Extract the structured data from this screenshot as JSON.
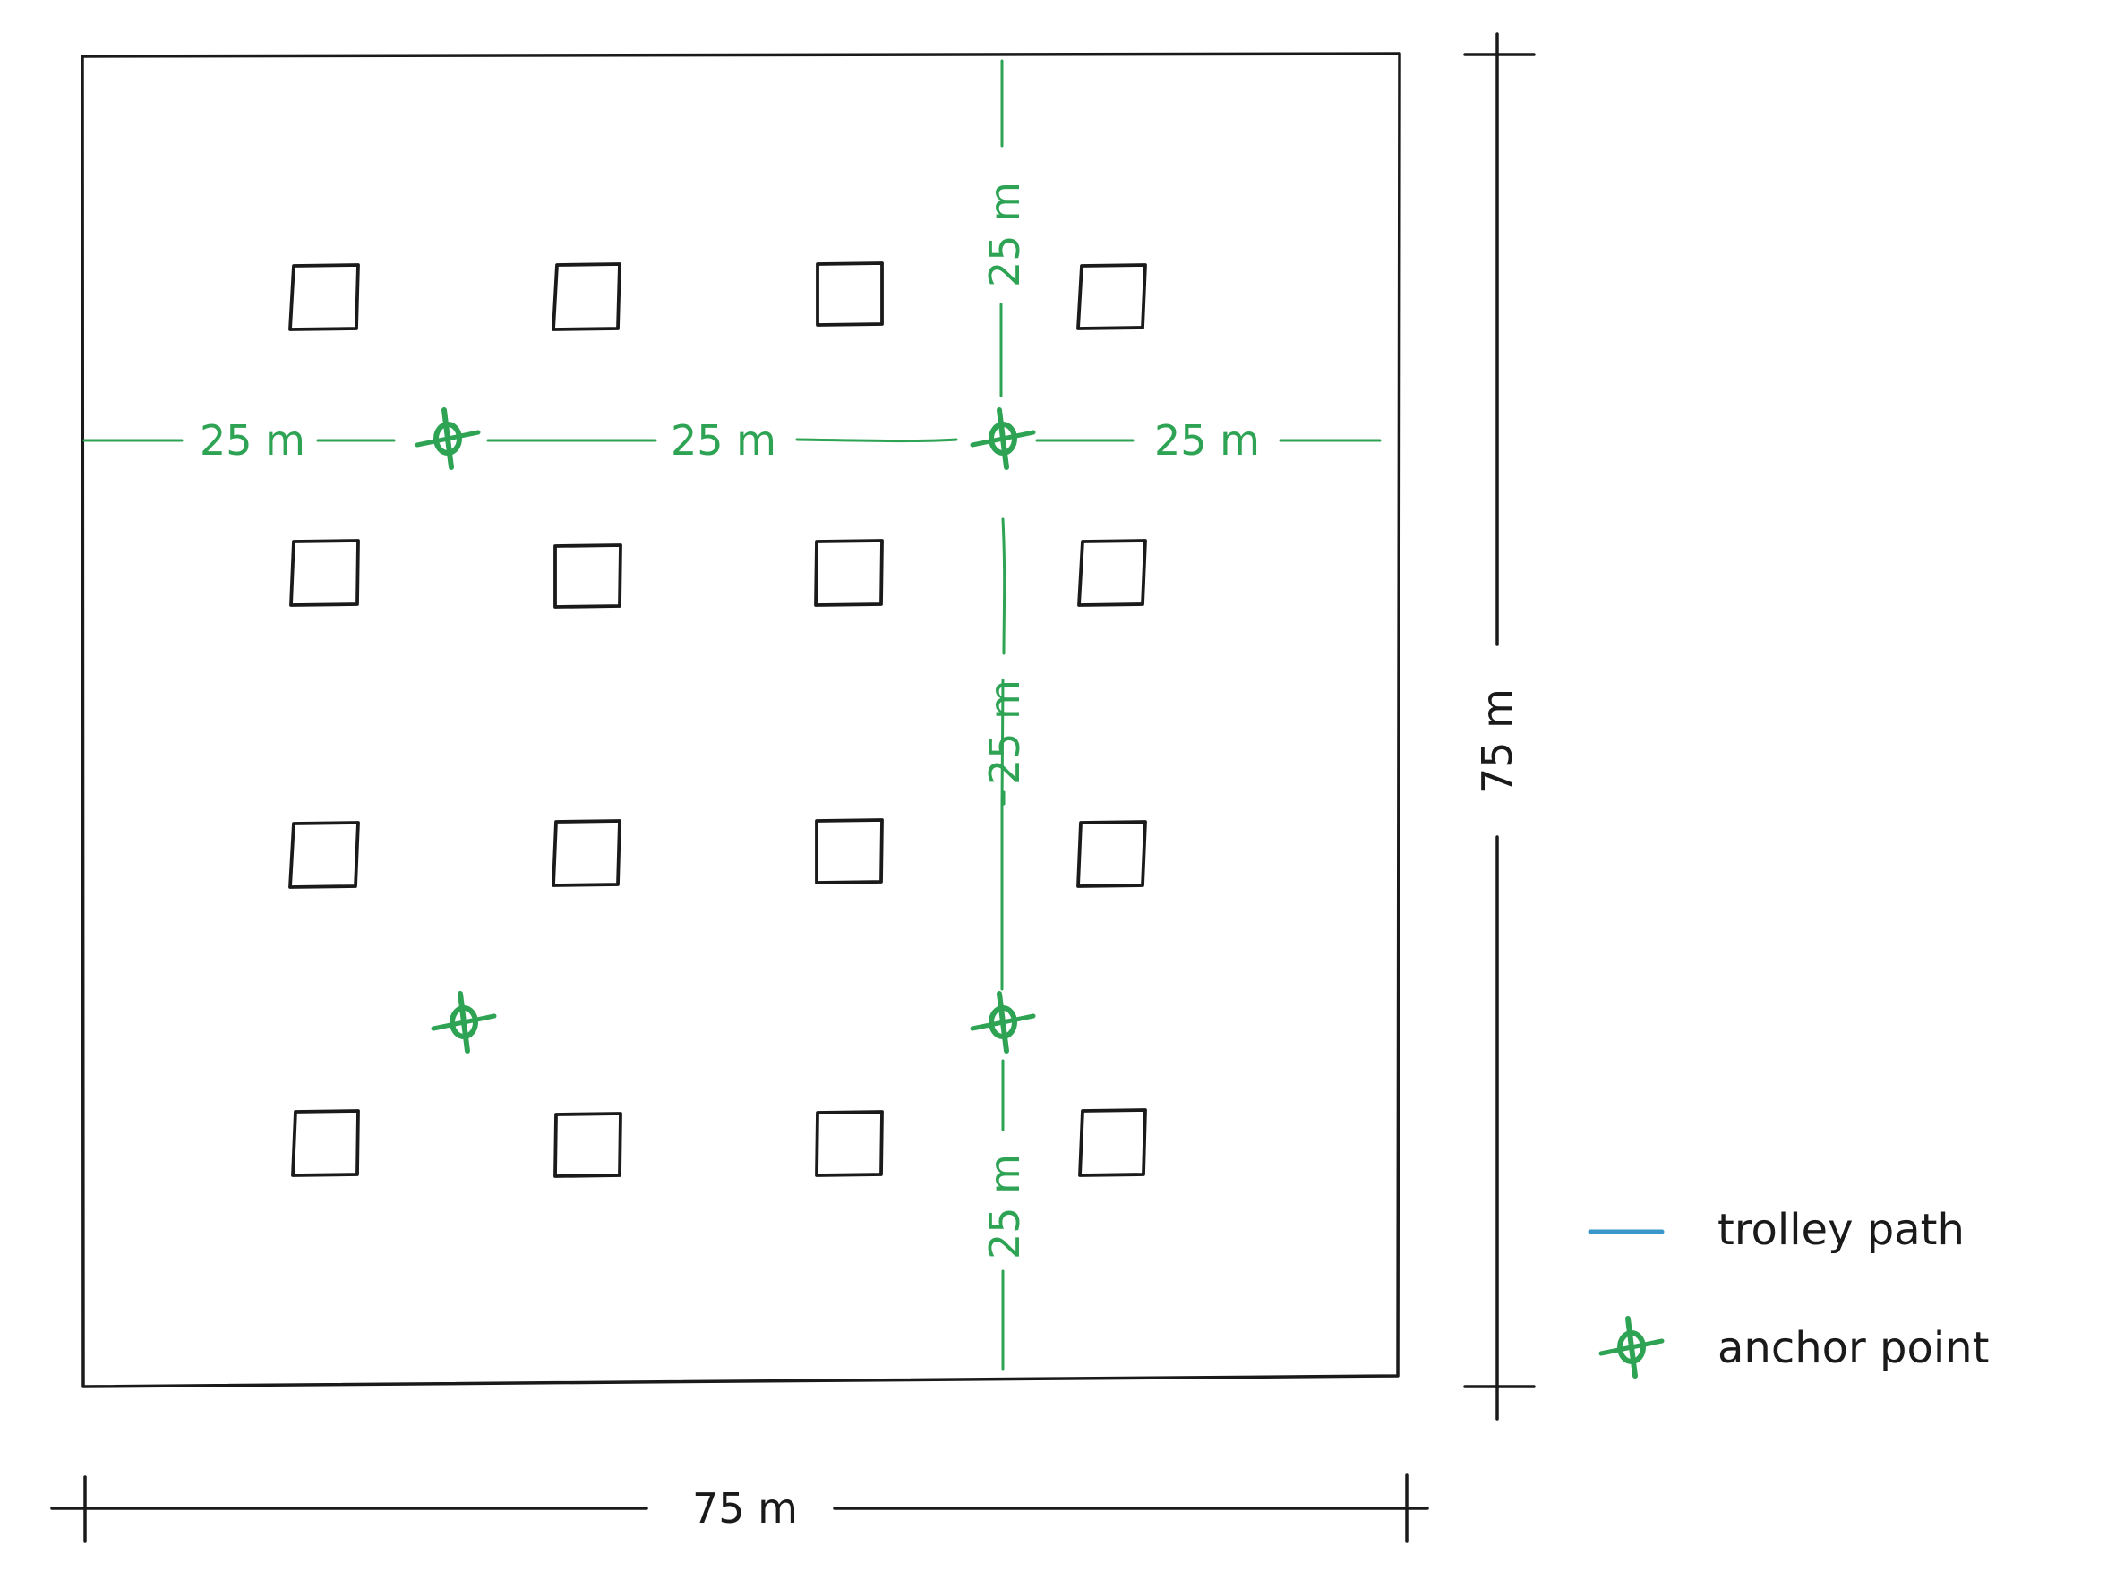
{
  "dimensions": {
    "width_label": "75 m",
    "height_label": "75 m"
  },
  "segments": {
    "horizontal": [
      "25 m",
      "25 m",
      "25 m"
    ],
    "vertical": [
      "25 m",
      "25 m",
      "25 m"
    ]
  },
  "legend": {
    "trolley_path": "trolley path",
    "anchor_point": "anchor point"
  },
  "colors": {
    "trolley_path": "#3a97c9",
    "anchor_point": "#2ea354",
    "outline": "#1a1a1a"
  },
  "icons": [
    "anchor-point-icon",
    "trolley-path-icon"
  ]
}
